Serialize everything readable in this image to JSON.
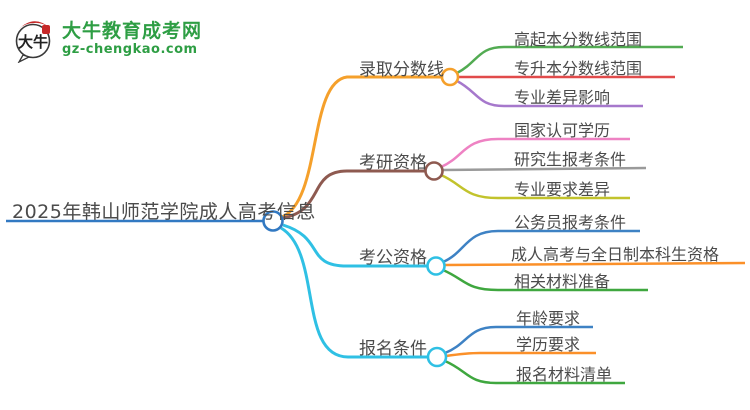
{
  "logo": {
    "title": "大牛教育成考网",
    "domain": "gz-chengkao.com",
    "icon_text": "大牛",
    "brand_color": "#2e9e44",
    "icon_red": "#c62828"
  },
  "root": {
    "label": "2025年韩山师范学院成人高考信息",
    "color": "#3279c2"
  },
  "branches": [
    {
      "label": "录取分数线",
      "color": "#f5a02b",
      "children": [
        {
          "label": "高起本分数线范围",
          "color": "#52ab52"
        },
        {
          "label": "专升本分数线范围",
          "color": "#e14b4b"
        },
        {
          "label": "专业差异影响",
          "color": "#a678cc"
        }
      ]
    },
    {
      "label": "考研资格",
      "color": "#8e5a50",
      "children": [
        {
          "label": "国家认可学历",
          "color": "#ee82c3"
        },
        {
          "label": "研究生报考条件",
          "color": "#9a9a9a"
        },
        {
          "label": "专业要求差异",
          "color": "#c2c32c"
        }
      ]
    },
    {
      "label": "考公资格",
      "color": "#2fc0e4",
      "children": [
        {
          "label": "公务员报考条件",
          "color": "#3e82c4"
        },
        {
          "label": "成人高考与全日制本科生资格",
          "color": "#fb9029"
        },
        {
          "label": "相关材料准备",
          "color": "#3fa73f"
        }
      ]
    },
    {
      "label": "报名条件",
      "color": "#2fc0e4",
      "children": [
        {
          "label": "年龄要求",
          "color": "#3e82c4"
        },
        {
          "label": "学历要求",
          "color": "#fb9029"
        },
        {
          "label": "报名材料清单",
          "color": "#3fa73f"
        }
      ]
    }
  ]
}
